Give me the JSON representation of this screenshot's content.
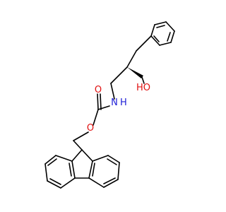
{
  "labels": {
    "hydroxyl": "HO",
    "amine": "N",
    "amine_h": "H",
    "carbonyl_o": "O",
    "ester_o": "O"
  },
  "colors": {
    "bond": "#000000",
    "nitrogen": "#1f1fd6",
    "oxygen": "#e01010",
    "background": "#ffffff"
  }
}
